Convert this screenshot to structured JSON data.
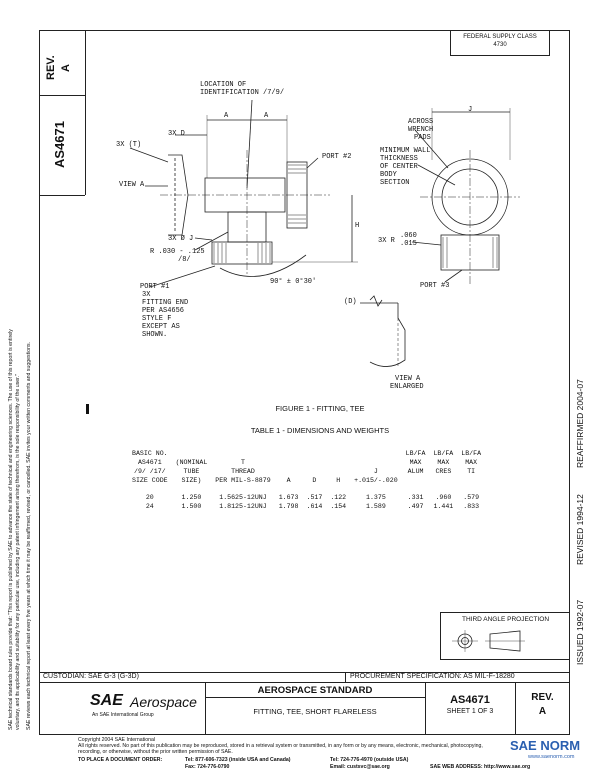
{
  "header": {
    "rev_label": "REV.",
    "rev_value": "A",
    "doc_number": "AS4671",
    "federal_supply_class_label": "FEDERAL SUPPLY CLASS",
    "federal_supply_class_value": "4730"
  },
  "disclaimer": [
    "SAE technical standards board rules provide that: \"This report is published by SAE to advance the state of technical and engineering sciences. The use of this report is entirely",
    "voluntary, and its applicability and suitability for any particular use, including any patent infringement arising therefrom, is the sole responsibility of the user.\"",
    "SAE reviews each technical report at least every five years at which time it may be reaffirmed, revised, or cancelled. SAE invites your written comments and suggestions."
  ],
  "revision_notes": {
    "issued": "ISSUED 1992-07",
    "revised": "REVISED 1994-12",
    "reaffirmed": "REAFFIRMED 2004-07"
  },
  "drawing": {
    "callouts": {
      "location": "LOCATION OF",
      "identification": "IDENTIFICATION /7/9/",
      "three_x_t": "3X (T)",
      "three_x_d": "3X D",
      "dim_a1": "A",
      "dim_a2": "A",
      "view_a": "VIEW A",
      "port2": "PORT #2",
      "three_x_dia": "3X Ø J",
      "radius": "R .030 - .125",
      "radius_note": "/8/",
      "angle": "90° ± 0°30'",
      "dim_h": "H",
      "port1": "PORT #1",
      "three_x": "3X",
      "fitting_end": "FITTING END",
      "per_as": "PER AS4656",
      "style_f": "STYLE F",
      "except_as": "EXCEPT AS",
      "shown": "SHOWN.",
      "across": "ACROSS",
      "wrench": "WRENCH",
      "pads": "PADS",
      "min_wall": "MINIMUM WALL",
      "thickness": "THICKNESS",
      "of_center": "OF CENTER",
      "body": "BODY",
      "section": "SECTION",
      "dim_j": "J",
      "three_x_r": "3X R",
      "r_upper": ".060",
      "r_lower": ".015",
      "port3": "PORT #3",
      "detail_d": "(D)",
      "view_a_enlarged_1": "VIEW A",
      "view_a_enlarged_2": "ENLARGED"
    },
    "figure_caption": "FIGURE 1 - FITTING, TEE"
  },
  "table": {
    "title": "TABLE 1 - DIMENSIONS AND WEIGHTS",
    "header_rows": [
      [
        "BASIC NO.",
        "",
        "",
        "",
        "",
        "",
        "",
        "LB/FA",
        "LB/FA",
        "LB/FA"
      ],
      [
        "AS4671",
        "(NOMINAL",
        "T",
        "",
        "",
        "",
        "",
        "MAX",
        "MAX",
        "MAX"
      ],
      [
        "/9/ /17/",
        "TUBE",
        "THREAD",
        "",
        "",
        "",
        "J",
        "ALUM",
        "CRES",
        "TI"
      ],
      [
        "SIZE CODE",
        "SIZE)",
        "PER MIL-S-8879",
        "A",
        "D",
        "H",
        "+.015/-.020",
        "",
        "",
        ""
      ]
    ],
    "rows": [
      [
        "20",
        "1.250",
        "1.5625-12UNJ",
        "1.673",
        ".517",
        ".122",
        "1.375",
        ".331",
        ".960",
        ".579"
      ],
      [
        "24",
        "1.500",
        "1.8125-12UNJ",
        "1.798",
        ".614",
        ".154",
        "1.589",
        ".497",
        "1.441",
        ".833"
      ]
    ]
  },
  "projection_label": "THIRD ANGLE PROJECTION",
  "footer": {
    "custodian": "CUSTODIAN: SAE G-3 (G-3D)",
    "procurement": "PROCUREMENT SPECIFICATION: AS MIL-F-18280",
    "sae": "SAE",
    "aerospace": "Aerospace",
    "tagline": "An SAE International Group",
    "standard_title": "AEROSPACE STANDARD",
    "fitting_title": "FITTING, TEE, SHORT FLARELESS",
    "doc_number": "AS4671",
    "sheet": "SHEET 1 OF 3",
    "rev_label": "REV.",
    "rev_value": "A",
    "copyright": "Copyright 2004 SAE International",
    "rights_line1": "All rights reserved. No part of this publication may be reproduced, stored in a retrieval system or transmitted, in any form or by any means, electronic, mechanical, photocopying,",
    "rights_line2": "recording, or otherwise, without the prior written permission of SAE.",
    "order_label": "TO PLACE A DOCUMENT ORDER:",
    "tel1": "Tel: 877-606-7323 (inside USA and Canada)",
    "fax": "Fax: 724-776-0790",
    "tel2": "Tel: 724-776-4970 (outside USA)",
    "email": "Email: custsvc@sae.org",
    "web": "SAE WEB ADDRESS: http://www.sae.org"
  },
  "watermark": {
    "logo_text": "SAE NORM",
    "url": "www.saenorm.com"
  }
}
